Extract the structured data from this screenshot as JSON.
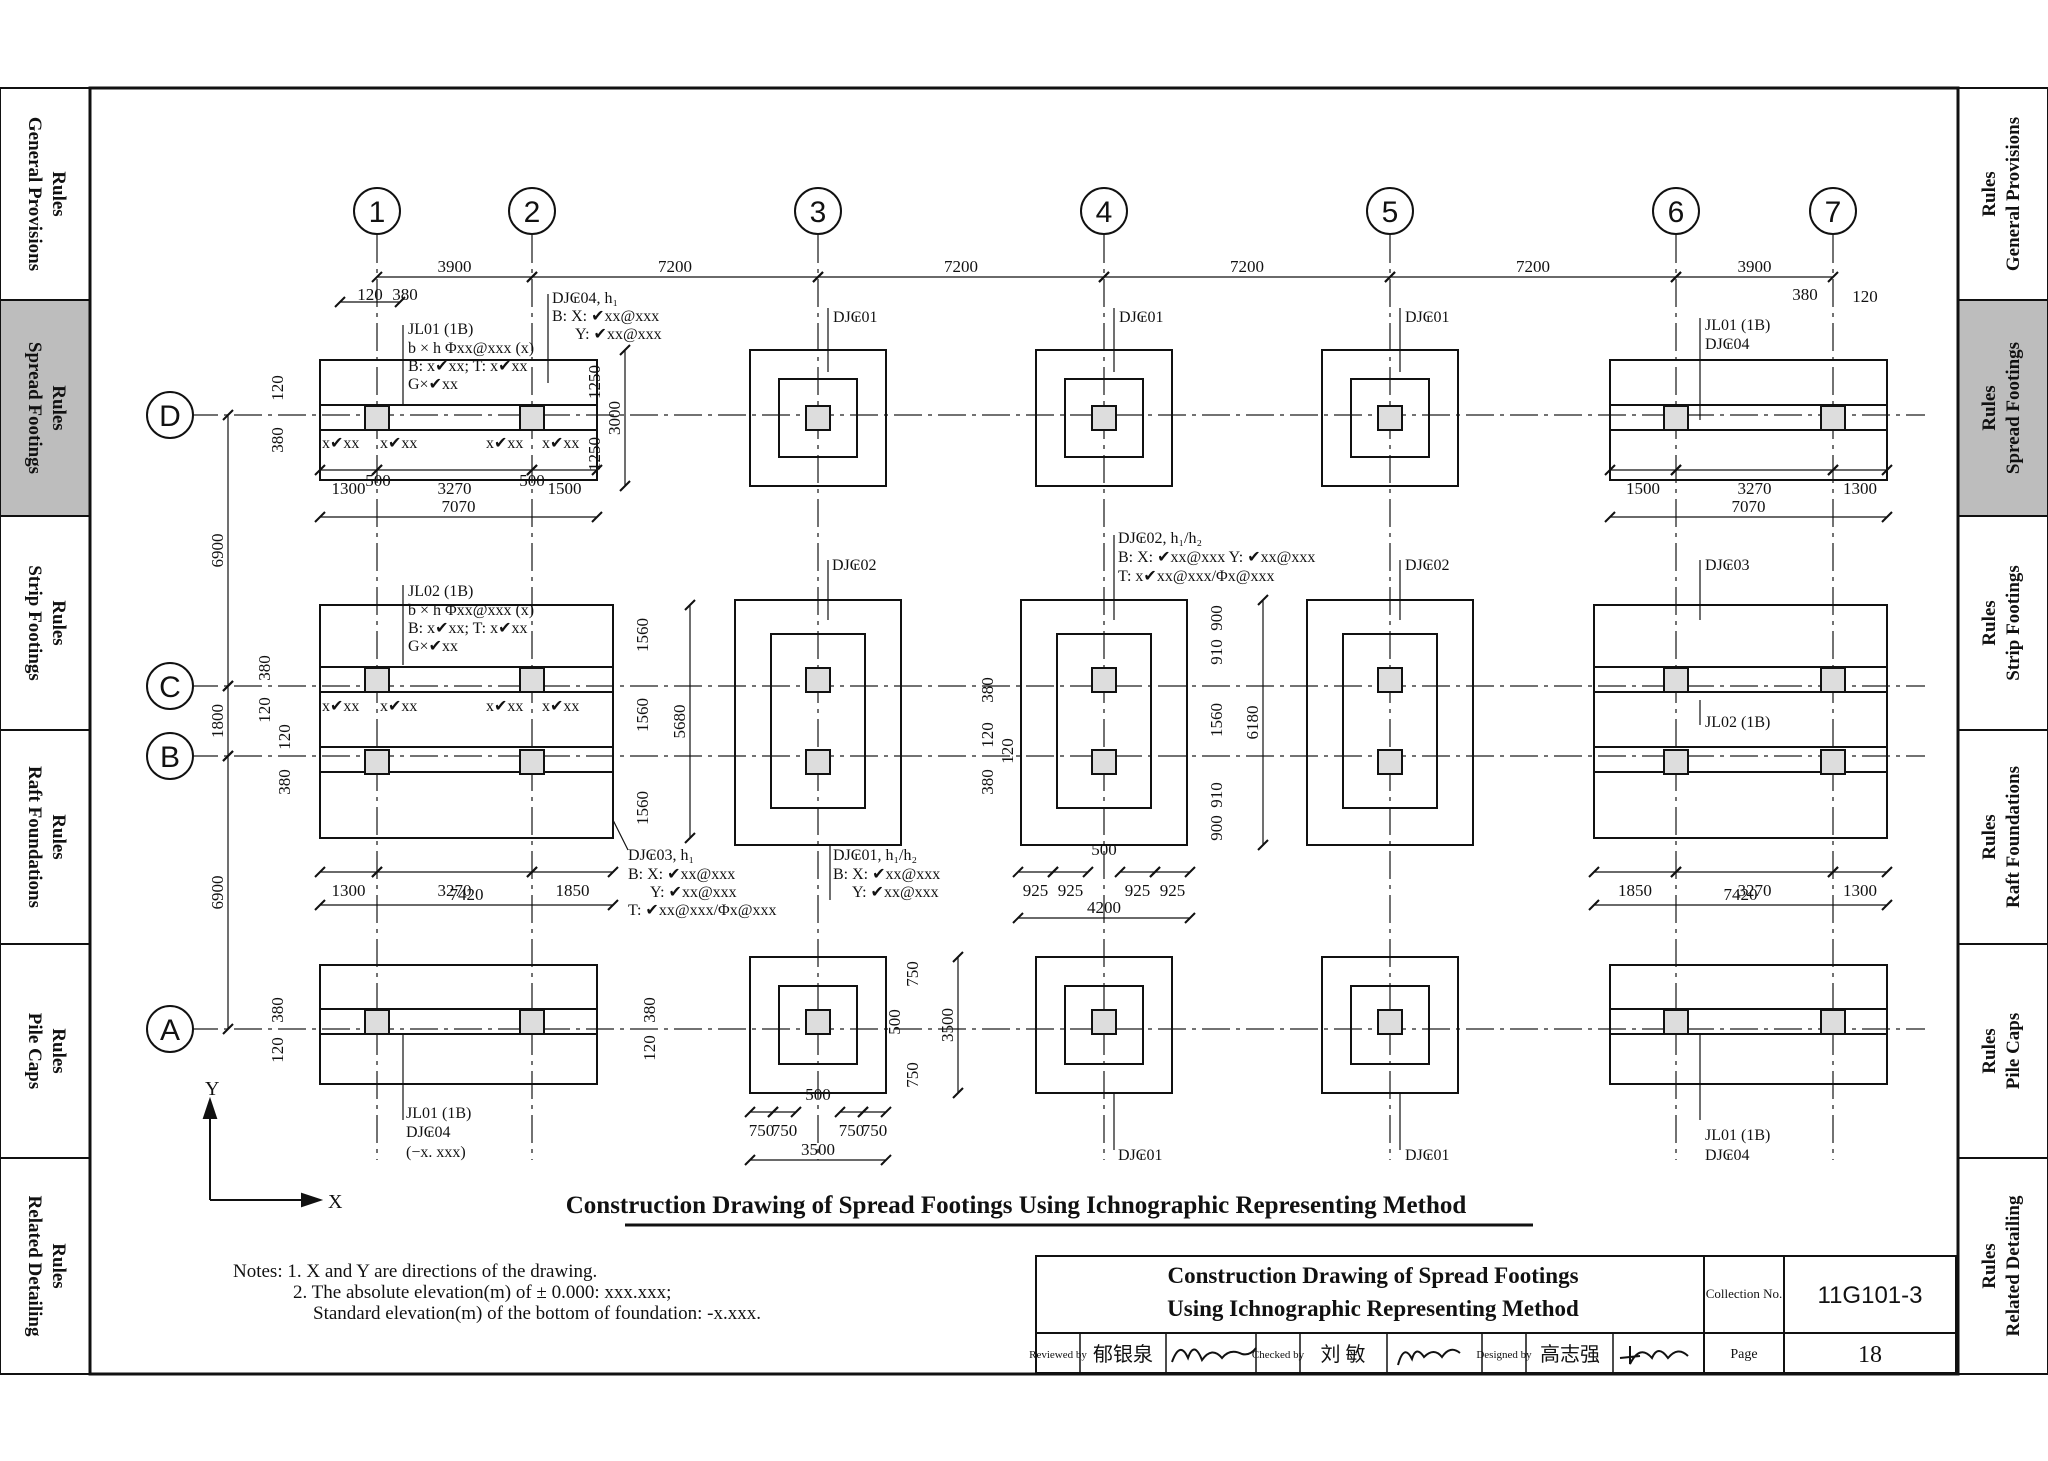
{
  "side_tabs_left": [
    {
      "line1": "Rules",
      "line2": "General Provisions"
    },
    {
      "line1": "Rules",
      "line2": "Spread Footings"
    },
    {
      "line1": "Rules",
      "line2": "Strip Footings"
    },
    {
      "line1": "Rules",
      "line2": "Raft Foundations"
    },
    {
      "line1": "Rules",
      "line2": "Pile Caps"
    },
    {
      "line1": "Rules",
      "line2": "Related Detailing"
    }
  ],
  "side_tabs_right": [
    {
      "line1": "Rules",
      "line2": "General  Provisions"
    },
    {
      "line1": "Rules",
      "line2": "Spread Footings"
    },
    {
      "line1": "Rules",
      "line2": "Strip Footings"
    },
    {
      "line1": "Rules",
      "line2": "Raft Foundations"
    },
    {
      "line1": "Rules",
      "line2": "Pile Caps"
    },
    {
      "line1": "Rules",
      "line2": "Related Detailing"
    }
  ],
  "active_tab": 1,
  "colors": {
    "active_tab": "#bdbdbd",
    "line": "#111111"
  },
  "grid_axes_vertical": [
    "1",
    "2",
    "3",
    "4",
    "5",
    "6",
    "7"
  ],
  "grid_axes_horizontal": [
    "D",
    "C",
    "B",
    "A"
  ],
  "top_dims": [
    "3900",
    "7200",
    "7200",
    "7200",
    "7200",
    "3900"
  ],
  "left_dims": [
    "6900",
    "1800",
    "6900"
  ],
  "dims": {
    "d120": "120",
    "d380": "380",
    "d1300": "1300",
    "d500": "500",
    "d3270": "3270",
    "d1500": "1500",
    "d1850": "1850",
    "d7070": "7070",
    "d7420": "7420",
    "d1250": "1250",
    "d3000": "3000",
    "d1560": "1560",
    "d5680": "5680",
    "d910": "910",
    "d900": "900",
    "d6180": "6180",
    "d925": "925",
    "d4200": "4200",
    "d750": "750",
    "d3500": "3500"
  },
  "labels": {
    "dj01": "DJ₢01",
    "dj02": "DJ₢02",
    "dj03": "DJ₢03",
    "dj04": "DJ₢04",
    "jl01": "JL01 (1B)",
    "jl02": "JL02 (1B)",
    "jl01_bh": "b × h   Φxx@xxx (x)",
    "jl01_b": "B: x✔xx;  T: x✔xx",
    "jl01_g": "G×✔xx",
    "xbars": "x✔xx",
    "dj04h": "DJ₢04, h₁",
    "dj04b": "B: X: ✔xx@xxx",
    "dj04y": "Y: ✔xx@xxx",
    "dj02h": "DJ₢02, h₁/h₂",
    "dj02b": "B: X: ✔xx@xxx  Y: ✔xx@xxx",
    "dj02t": "T: x✔xx@xxx/Φx@xxx",
    "dj03h": "DJ₢03, h₁",
    "dj03t": "T: ✔xx@xxx/Φx@xxx",
    "dj01h": "DJ₢01, h₁/h₂",
    "elev": "(−x. xxx)",
    "x_axis": "X",
    "y_axis": "Y"
  },
  "drawing_title": "Construction Drawing of Spread Footings Using Ichnographic Representing Method",
  "notes": [
    "Notes: 1. X and Y are directions of the drawing.",
    "2. The absolute elevation(m) of ± 0.000: xxx.xxx;",
    "Standard elevation(m) of the bottom of foundation: -x.xxx."
  ],
  "title_block": {
    "title_line1": "Construction Drawing of Spread Footings",
    "title_line2": "Using Ichnographic Representing Method",
    "collection_label": "Collection No.",
    "collection_no": "11G101-3",
    "page_label": "Page",
    "page_no": "18",
    "reviewed_label": "Reviewed by",
    "reviewer": "郁银泉",
    "checked_label": "Checked by",
    "checker": "刘  敏",
    "designed_label": "Designed by",
    "designer": "高志强"
  }
}
